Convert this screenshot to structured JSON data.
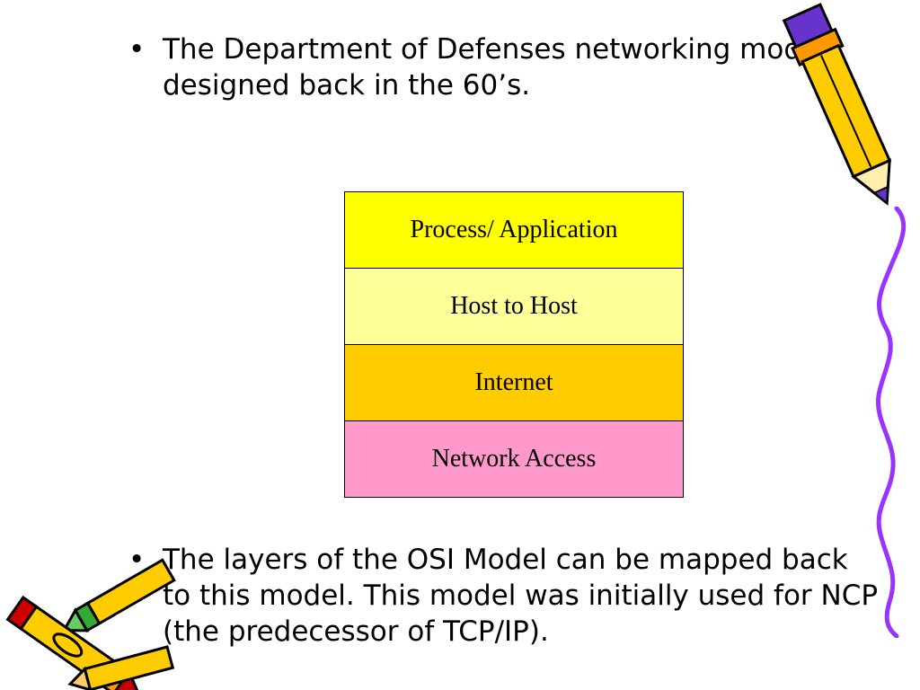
{
  "bullets": [
    {
      "marker": "•",
      "text": "The Department of Defenses networking model designed back in the 60’s."
    },
    {
      "marker": "•",
      "text": "The layers of the OSI Model can be mapped back to this model. This model was initially used for NCP (the predecessor of TCP/IP)."
    }
  ],
  "layers": [
    {
      "label": "Process/ Application",
      "color": "#FFFF00"
    },
    {
      "label": "Host to Host",
      "color": "#FFFF99"
    },
    {
      "label": "Internet",
      "color": "#FFCC00"
    },
    {
      "label": "Network Access",
      "color": "#FF99CC"
    }
  ],
  "clipart": {
    "top_right": "pencil-icon",
    "right_edge": "squiggle-line-icon",
    "bottom_left": "crayons-icon",
    "accent_purple": "#9933FF"
  }
}
